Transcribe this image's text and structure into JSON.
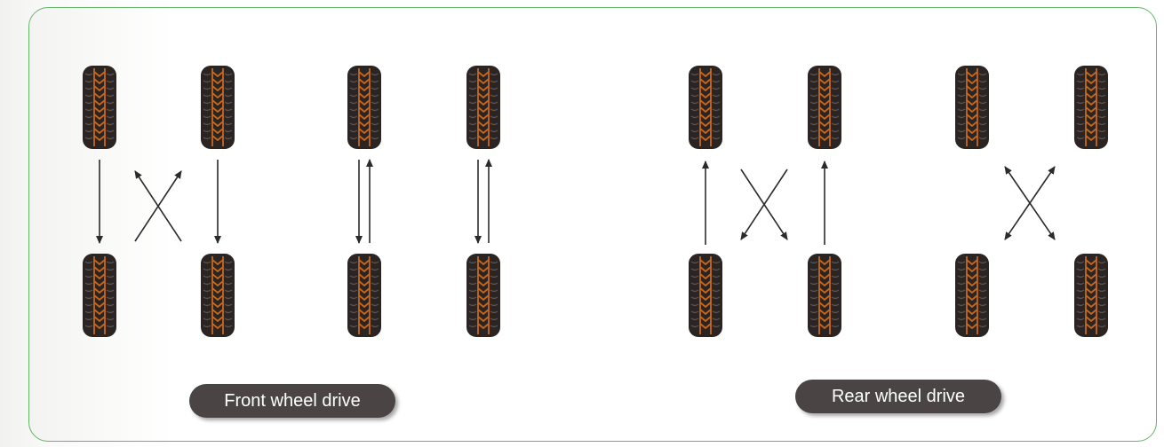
{
  "labels": {
    "front_wheel_drive": "Front wheel drive",
    "rear_wheel_drive": "Rear wheel drive"
  },
  "colors": {
    "frame_border": "#66b36a",
    "tire_body": "#2a2522",
    "tread_accent": "#c8681e",
    "arrow": "#2b2b2b",
    "label_bg": "#4a4544",
    "label_text": "#ffffff"
  },
  "patterns": [
    {
      "drive": "front",
      "pattern": "front-cross"
    },
    {
      "drive": "front",
      "pattern": "side-swap"
    },
    {
      "drive": "rear",
      "pattern": "rearward-cross"
    },
    {
      "drive": "rear",
      "pattern": "x-pattern"
    }
  ],
  "icons": [
    "tire-icon",
    "arrow-icon"
  ]
}
